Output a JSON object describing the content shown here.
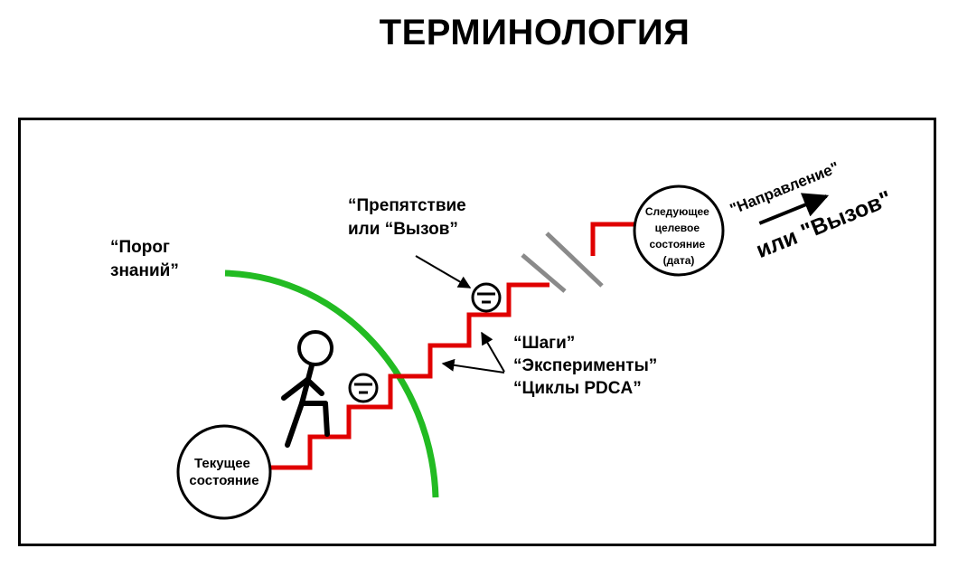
{
  "page": {
    "title": "ТЕРМИНОЛОГИЯ"
  },
  "labels": {
    "knowledge_threshold": [
      "“Порог",
      "знаний”"
    ],
    "obstacle": [
      "“Препятствие",
      "или “Вызов”"
    ],
    "steps": [
      "“Шаги”",
      "“Эксперименты”",
      "“Циклы PDCA”"
    ],
    "current_state": [
      "Текущее",
      "состояние"
    ],
    "next_target_state": [
      "Следующее",
      "целевое",
      "состояние",
      "(дата)"
    ],
    "direction": "\"Направление\"",
    "challenge": "или \"Вызов\""
  },
  "colors": {
    "staircase": "#e00000",
    "threshold_arc": "#22bb22",
    "dashed_lines": "#8a8a8a",
    "ink": "#000000"
  }
}
